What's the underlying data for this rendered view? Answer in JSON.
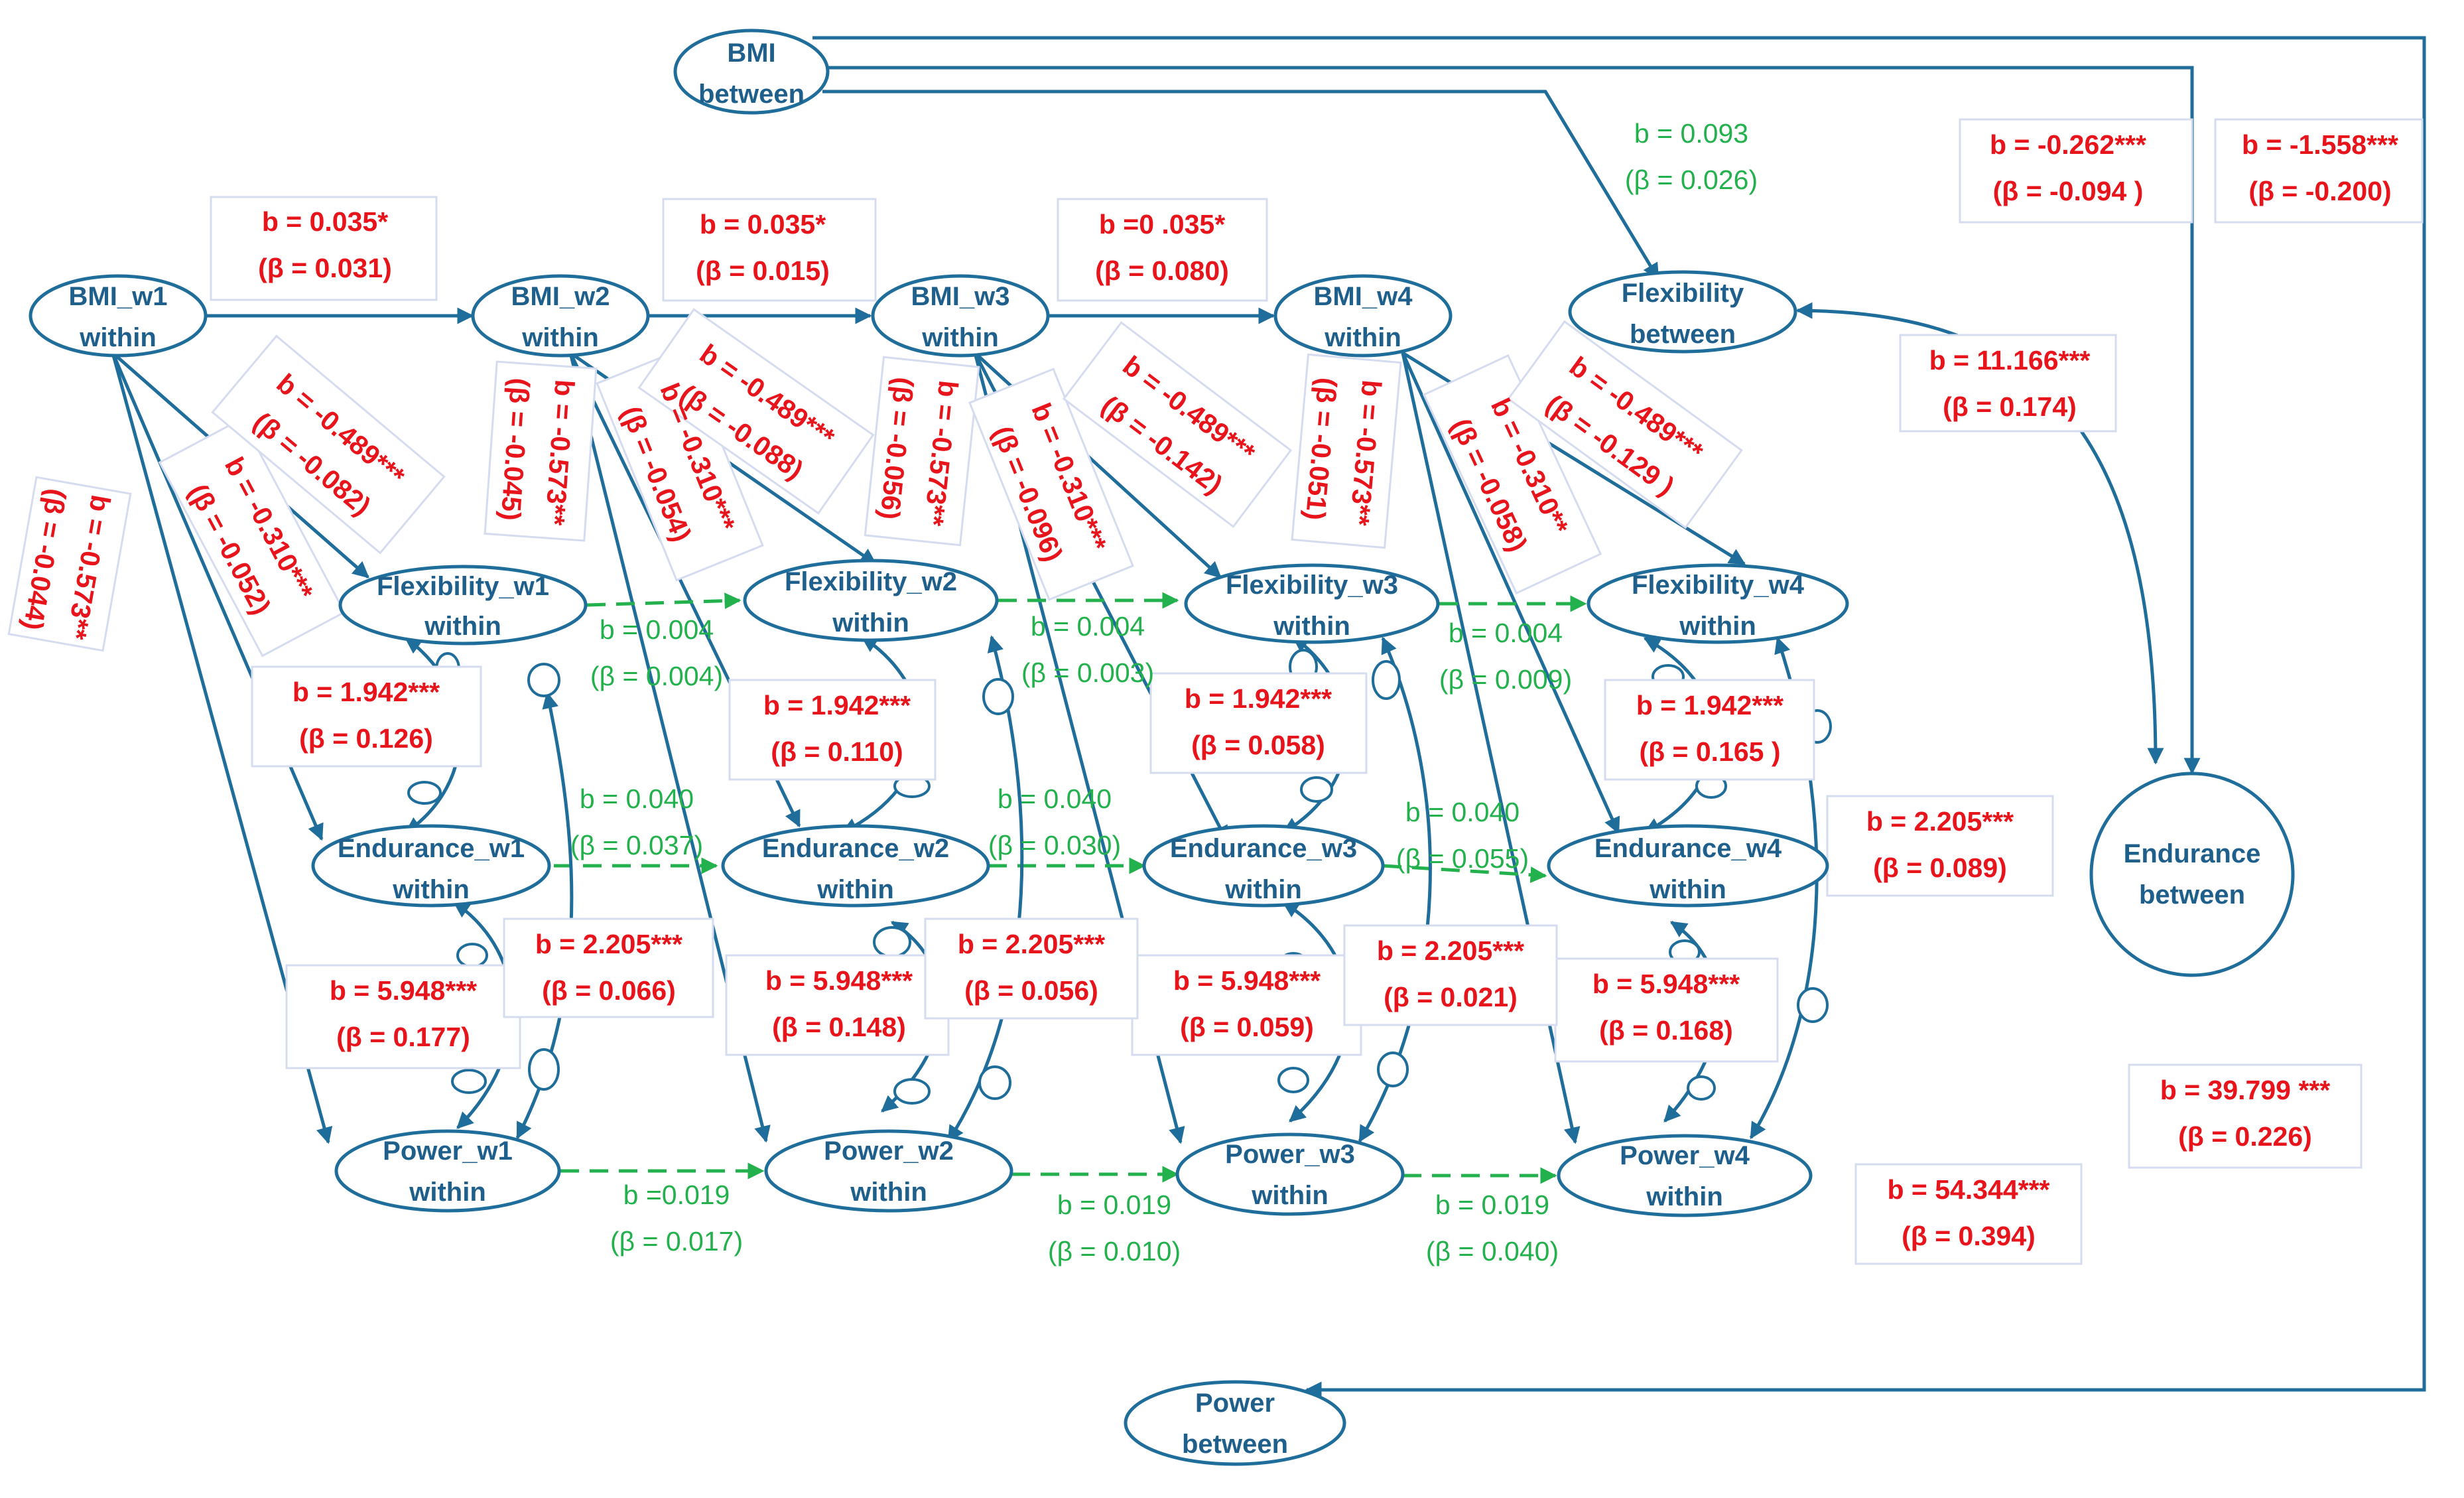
{
  "nodes": {
    "bmi_between": [
      "BMI",
      "between"
    ],
    "bmi_w1": [
      "BMI_w1",
      "within"
    ],
    "bmi_w2": [
      "BMI_w2",
      "within"
    ],
    "bmi_w3": [
      "BMI_w3",
      "within"
    ],
    "bmi_w4": [
      "BMI_w4",
      "within"
    ],
    "flex_between": [
      "Flexibility",
      "between"
    ],
    "flex_w1": [
      "Flexibility_w1",
      "within"
    ],
    "flex_w2": [
      "Flexibility_w2",
      "within"
    ],
    "flex_w3": [
      "Flexibility_w3",
      "within"
    ],
    "flex_w4": [
      "Flexibility_w4",
      "within"
    ],
    "end_w1": [
      "Endurance_w1",
      "within"
    ],
    "end_w2": [
      "Endurance_w2",
      "within"
    ],
    "end_w3": [
      "Endurance_w3",
      "within"
    ],
    "end_w4": [
      "Endurance_w4",
      "within"
    ],
    "end_between": [
      "Endurance",
      "between"
    ],
    "pow_w1": [
      "Power_w1",
      "within"
    ],
    "pow_w2": [
      "Power_w2",
      "within"
    ],
    "pow_w3": [
      "Power_w3",
      "within"
    ],
    "pow_w4": [
      "Power_w4",
      "within"
    ],
    "pow_between": [
      "Power",
      "between"
    ]
  },
  "coefficients": {
    "bmi_stability_1": [
      "b = 0.035*",
      "(β = 0.031)"
    ],
    "bmi_stability_2": [
      "b = 0.035*",
      "(β = 0.015)"
    ],
    "bmi_stability_3": [
      "b =0 .035*",
      "(β = 0.080)"
    ],
    "bmi_between_flex": [
      "b = 0.093",
      "(β = 0.026)"
    ],
    "bmi_between_end": [
      "b = -0.262***",
      "(β = -0.094 )"
    ],
    "bmi_between_pow": [
      "b = -1.558***",
      "(β = -0.200)"
    ],
    "flex_end_between": [
      "b = 11.166***",
      "(β = 0.174)"
    ],
    "end_pow_between": [
      "b = 39.799 ***",
      "(β = 0.226)"
    ],
    "flex_pow_between": [
      "b = 54.344***",
      "(β = 0.394)"
    ],
    "bmi_flex_w1": [
      "b = -0.489***",
      "(β = -0.082)"
    ],
    "bmi_flex_w2": [
      "b = -0.489***",
      "(β = -0.088)"
    ],
    "bmi_flex_w3": [
      "b = -0.489***",
      "(β = -0.142)"
    ],
    "bmi_flex_w4": [
      "b = -0.489***",
      "(β = -0.129 )"
    ],
    "bmi_end_w1": [
      "b = -0.310***",
      "(β = -0.052)"
    ],
    "bmi_end_w2": [
      "b = -0.310***",
      "(β = -0.054)"
    ],
    "bmi_end_w3": [
      "b = -0.310***",
      "(β = -0.096)"
    ],
    "bmi_end_w4": [
      "b = -0.310**",
      "(β = -0.058)"
    ],
    "bmi_pow_w1": [
      "b = -0.573**",
      "(β = -0.044)"
    ],
    "bmi_pow_w2": [
      "b = -0.573**",
      "(β = -0.045)"
    ],
    "bmi_pow_w3": [
      "b = -0.573**",
      "(β = -0.056)"
    ],
    "bmi_pow_w4": [
      "b = -0.573**",
      "(β = -0.051)"
    ],
    "flex_end_w1": [
      "b = 1.942***",
      "(β = 0.126)"
    ],
    "flex_end_w2": [
      "b = 1.942***",
      "(β = 0.110)"
    ],
    "flex_end_w3": [
      "b = 1.942***",
      "(β = 0.058)"
    ],
    "flex_end_w4": [
      "b = 1.942***",
      "(β = 0.165 )"
    ],
    "end_pow_w1": [
      "b = 5.948***",
      "(β = 0.177)"
    ],
    "end_pow_w2": [
      "b = 5.948***",
      "(β = 0.148)"
    ],
    "end_pow_w3": [
      "b = 5.948***",
      "(β = 0.059)"
    ],
    "end_pow_w4": [
      "b = 5.948***",
      "(β = 0.168)"
    ],
    "flex_pow_w1": [
      "b = 2.205***",
      "(β = 0.066)"
    ],
    "flex_pow_w2": [
      "b = 2.205***",
      "(β = 0.056)"
    ],
    "flex_pow_w3": [
      "b = 2.205***",
      "(β = 0.021)"
    ],
    "flex_pow_w4": [
      "b = 2.205***",
      "(β = 0.089)"
    ],
    "flex_stab_1": [
      "b = 0.004",
      "(β = 0.004)"
    ],
    "flex_stab_2": [
      "b = 0.004",
      "(β = 0.003)"
    ],
    "flex_stab_3": [
      "b = 0.004",
      "(β = 0.009)"
    ],
    "end_stab_1": [
      "b = 0.040",
      "(β = 0.037)"
    ],
    "end_stab_2": [
      "b = 0.040",
      "(β = 0.030)"
    ],
    "end_stab_3": [
      "b = 0.040",
      "(β = 0.055)"
    ],
    "pow_stab_1": [
      "b =0.019",
      "(β = 0.017)"
    ],
    "pow_stab_2": [
      "b = 0.019",
      "(β = 0.010)"
    ],
    "pow_stab_3": [
      "b = 0.019",
      "(β = 0.040)"
    ]
  },
  "colors": {
    "node_stroke": "#1f6d9a",
    "node_text": "#1f5f8b",
    "significant": "#e8141b",
    "nonsignificant": "#22b14c",
    "label_box": "#d6dcef"
  }
}
